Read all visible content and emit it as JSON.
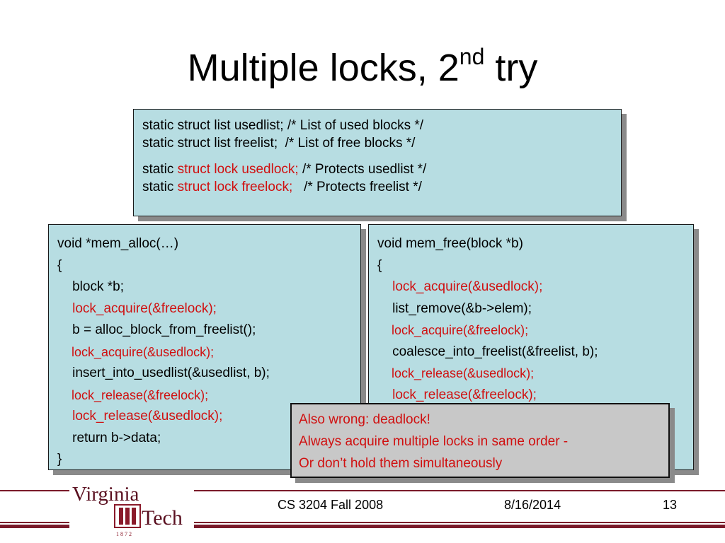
{
  "slide": {
    "title_main": "Multiple locks, 2",
    "title_sup": "nd",
    "title_end": " try"
  },
  "decl": {
    "l1": "static struct list usedlist; /* List of used blocks */",
    "l2": "static struct list freelist;  /* List of free blocks */",
    "l3_a": "static ",
    "l3_b": "struct lock usedlock;",
    "l3_c": " /* Protects usedlist */",
    "l4_a": "static ",
    "l4_b": "struct lock freelock;",
    "l4_c": "   /* Protects freelist */"
  },
  "alloc": {
    "lines": [
      "void *mem_alloc(…)",
      "{",
      "    block *b;",
      "    lock_acquire(&freelock);",
      "    b = alloc_block_from_freelist();",
      "    lock_acquire(&usedlock);",
      "    insert_into_usedlist(&usedlist, b);",
      "    lock_release(&freelock);",
      "    lock_release(&usedlock);",
      "    return b->data;",
      "}"
    ]
  },
  "free": {
    "lines": [
      "void mem_free(block *b)",
      "{",
      "    lock_acquire(&usedlock);",
      "    list_remove(&b->elem);",
      "    lock_acquire(&freelock);",
      "    coalesce_into_freelist(&freelist, b);",
      "    lock_release(&usedlock);",
      "    lock_release(&freelock);"
    ]
  },
  "note": {
    "l1": "Also wrong: deadlock!",
    "l2": "Always acquire multiple locks in same order -",
    "l3": "Or don’t hold them simultaneously"
  },
  "footer": {
    "logo_top": "Virginia",
    "logo_bottom": "Tech",
    "logo_year": "1 8 7 2",
    "course": "CS 3204 Fall 2008",
    "date": "8/16/2014",
    "page": "13"
  },
  "colors": {
    "box_fill": "#b7dde2",
    "highlight": "#d01010",
    "footer_maroon": "#7a1a2a",
    "note_fill": "#c8c8c8"
  }
}
